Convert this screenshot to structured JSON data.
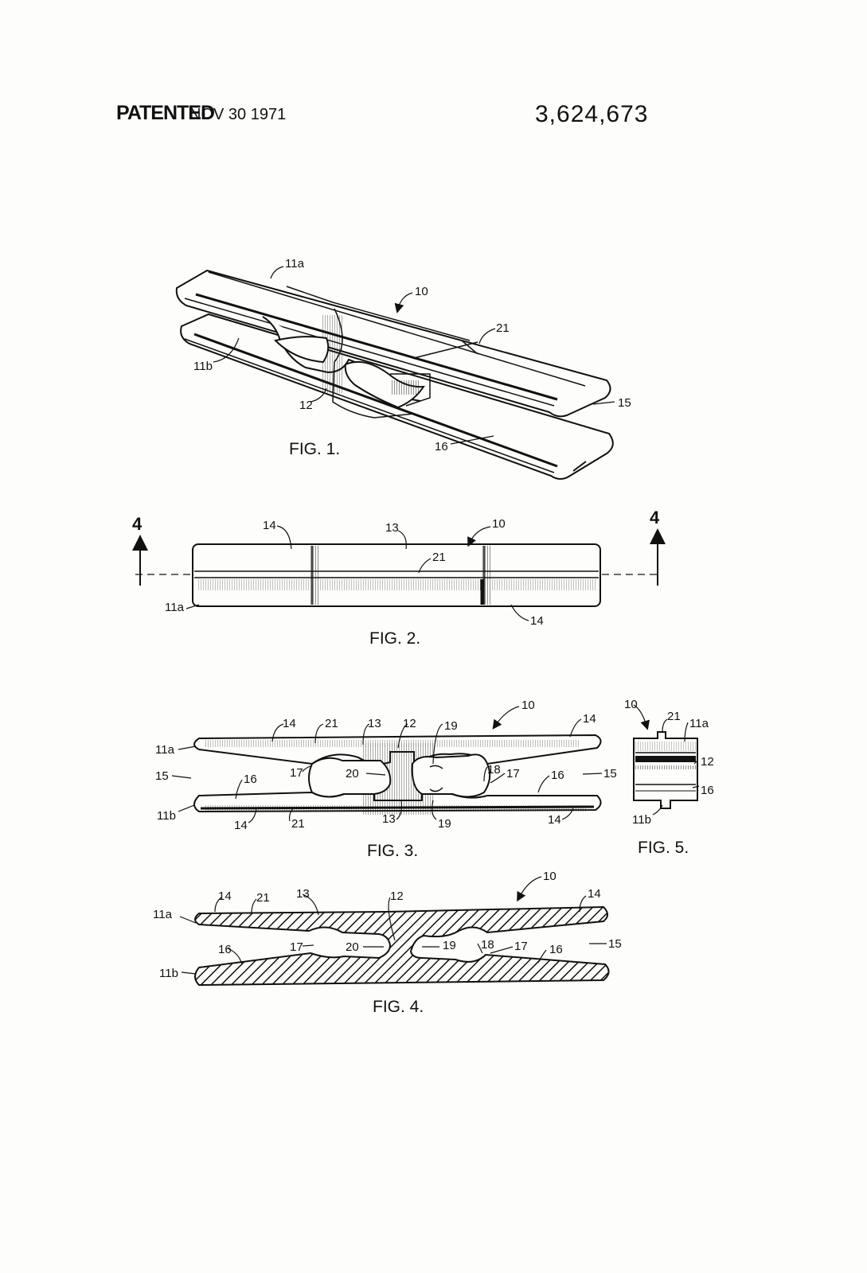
{
  "header": {
    "patented_label": "PATENTED",
    "date": "NOV 30 1971",
    "patent_number": "3,624,673"
  },
  "figures": {
    "fig1": {
      "caption": "FIG. 1.",
      "labels": [
        "11a",
        "10",
        "21",
        "11b",
        "12",
        "15",
        "16"
      ]
    },
    "fig2": {
      "caption": "FIG. 2.",
      "labels": [
        "4",
        "4",
        "14",
        "13",
        "10",
        "21",
        "11a",
        "14"
      ]
    },
    "fig3": {
      "caption": "FIG. 3.",
      "labels": [
        "10",
        "11a",
        "14",
        "21",
        "13",
        "12",
        "19",
        "14",
        "15",
        "16",
        "17",
        "20",
        "18",
        "17",
        "16",
        "15",
        "11b",
        "14",
        "21",
        "13",
        "19",
        "14"
      ]
    },
    "fig4": {
      "caption": "FIG. 4.",
      "labels": [
        "10",
        "11a",
        "14",
        "21",
        "13",
        "12",
        "14",
        "16",
        "17",
        "20",
        "19",
        "18",
        "17",
        "16",
        "15",
        "11b"
      ]
    },
    "fig5": {
      "caption": "FIG. 5.",
      "labels": [
        "10",
        "21",
        "11a",
        "12",
        "16",
        "11b"
      ]
    }
  }
}
